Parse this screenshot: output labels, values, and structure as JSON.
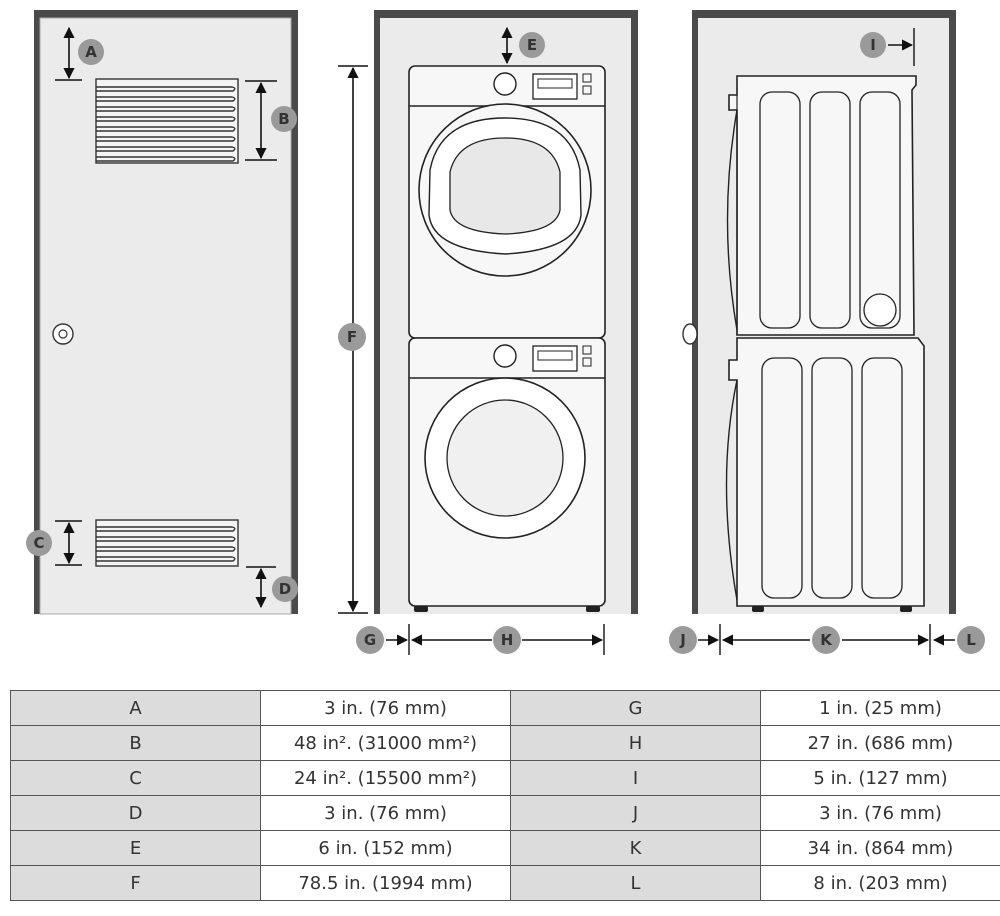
{
  "labels": {
    "a": "A",
    "b": "B",
    "c": "C",
    "d": "D",
    "e": "E",
    "f": "F",
    "g": "G",
    "h": "H",
    "i": "I",
    "j": "J",
    "k": "K",
    "l": "L"
  },
  "table": {
    "rows": [
      {
        "key1": "A",
        "val1": "3 in. (76 mm)",
        "key2": "G",
        "val2": "1 in. (25 mm)"
      },
      {
        "key1": "B",
        "val1": "48 in². (31000 mm²)",
        "key2": "H",
        "val2": "27 in. (686 mm)"
      },
      {
        "key1": "C",
        "val1": "24 in². (15500 mm²)",
        "key2": "I",
        "val2": "5 in. (127 mm)"
      },
      {
        "key1": "D",
        "val1": "3 in. (76 mm)",
        "key2": "J",
        "val2": "3 in. (76 mm)"
      },
      {
        "key1": "E",
        "val1": "6 in. (152 mm)",
        "key2": "K",
        "val2": "34 in. (864 mm)"
      },
      {
        "key1": "F",
        "val1": "78.5 in. (1994 mm)",
        "key2": "L",
        "val2": "8 in. (203 mm)"
      }
    ]
  },
  "colors": {
    "frame": "#4a4a4a",
    "panel": "#ebebeb",
    "badge": "#9a9a9a",
    "key_cell": "#dcdcdc"
  }
}
